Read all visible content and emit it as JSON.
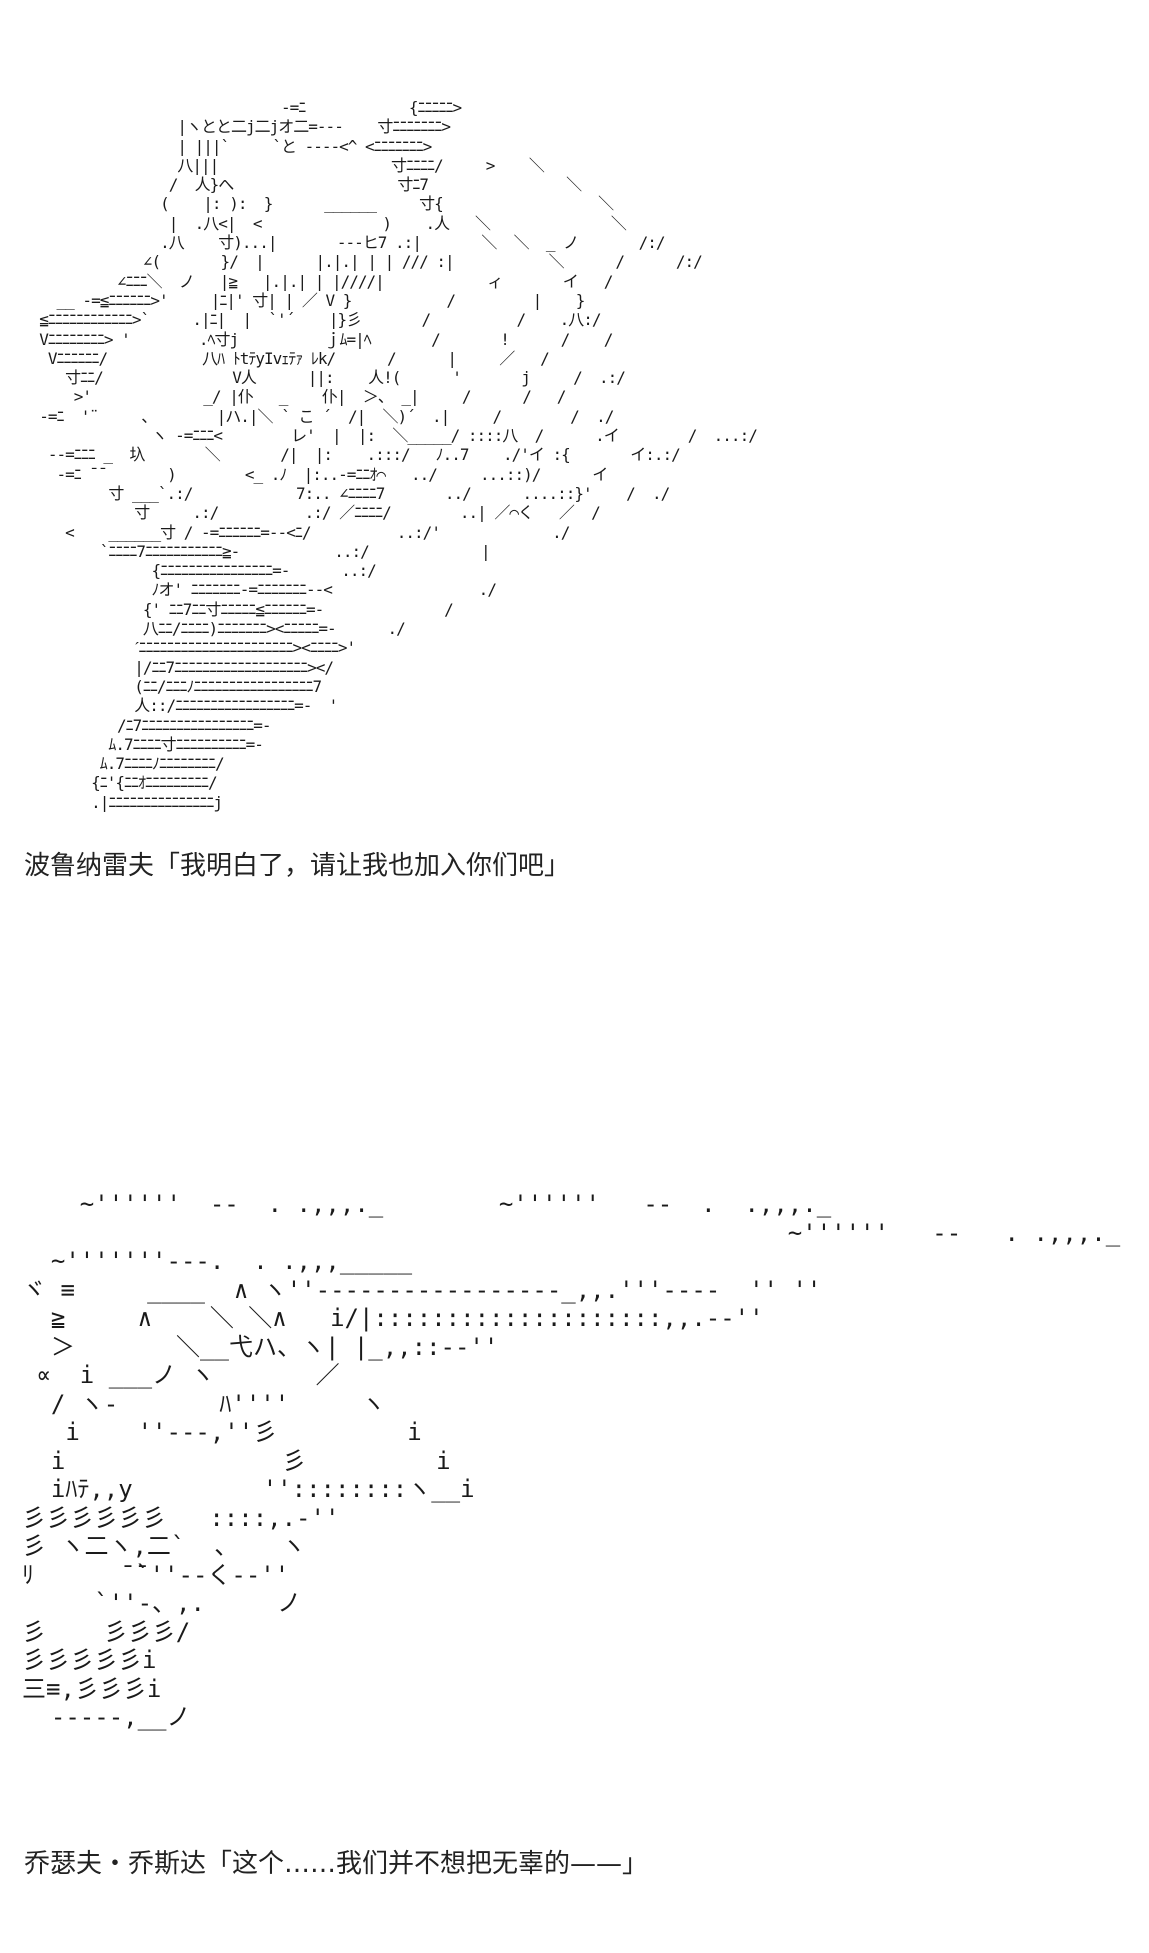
{
  "art_one": {
    "lines": [
      "                              -=ﾆ            {ﾆﾆﾆﾆﾆ>",
      "                  |ヽとと二j二jオ二=---    寸ﾆﾆﾆﾆﾆﾆﾆ>",
      "                  | |||`     `と ----<^ <ﾆﾆﾆﾆﾆﾆﾆ>",
      "                  八|||                    寸ﾆﾆﾆﾆ/     >    ＼",
      "                 /  人}へ                   寸ﾆ7                ＼",
      "                (    |: ):  }      ______     寸{                  ＼",
      "                 |  .八<|  <              )    .人   ＼              ＼",
      "                .八    寸)...|       ---ヒ7 .:|       ＼  ＼  _ ノ       /:/",
      "              ∠(       }/  |      |.|.| | | /// :|           ＼      /      /:/",
      "           ∠ﾆﾆﾆ＼  ノ   |≧   |.|.| | |////|            ィ       イ   /",
      "    __ -=≦ﾆﾆﾆﾆﾆﾆ>'     |ﾆ|' 寸| | ／ V }           /         |    }",
      "  ≦ﾆﾆﾆﾆﾆﾆﾆﾆﾆﾆﾆﾆ>`     .|ﾆ|  |  `'´    |}彡       /          /    .八:/",
      "  Vﾆﾆﾆﾆﾆﾆﾆﾆ> '        .ﾍ寸j          ｊﾑ=|ﾍ       /       !      /    /",
      "   Vﾆﾆﾆﾆﾆﾆ/           八ﾊ ﾄtﾃyIvｪﾃｧ ﾚk/      /      |     ／   /",
      "     寸ﾆﾆ/               V人      ||:    人!(      '       j     /  .:/",
      "      >'             _/ |仆   _    仆|  ＞、 _|     /      /   /",
      "  -=ﾆ  '¨     、       |ハ.|＼ ` こ ´  /|  ＼)´  .|     /        /  ./",
      "               ヽ -=ﾆﾆﾆ<        レ'  |  |:  ＼_____/ ::::八  /      .イ        /  ...:/",
      "   --=ﾆﾆﾆ _  圦       ＼       /|  |:    .:::/   ﾉ..7    ./'イ :{       イ:.:/",
      "    -=ﾆ ˉˉ       )        <_ .ﾉ  |:..-=ﾆﾆｵ⌒   ../     ...::)/      イ",
      "          寸 ___`.:/            7:.. ∠ﾆﾆﾆﾆ7       ../      ....::}'    /  ./",
      "             寸     .:/          .:/ ／ﾆﾆﾆﾆ/        ..| ／⌒く   ／  /",
      "     <    ______寸 / -=ﾆﾆﾆﾆﾆﾆ=--<ﾆ/          ..:/'             ./",
      "         `ﾆﾆﾆﾆ7ﾆﾆﾆﾆﾆﾆﾆﾆﾆﾆﾆ≧-           ..:/             |",
      "               {ﾆﾆﾆﾆﾆﾆﾆﾆﾆﾆﾆﾆﾆﾆﾆﾆ=-      ..:/",
      "               ﾉオ' ﾆﾆﾆﾆﾆﾆﾆ-=ﾆﾆﾆﾆﾆﾆﾆ--<                 ./",
      "              {' ﾆﾆ7ﾆﾆ寸ﾆﾆﾆﾆﾆ≦ﾆﾆﾆﾆﾆﾆ=-              /",
      "              八ﾆﾆ/ﾆﾆﾆﾆ)ﾆﾆﾆﾆﾆﾆﾆ><ﾆﾆﾆﾆﾆ=-      ./",
      "             ˊﾆﾆﾆﾆﾆﾆﾆﾆﾆﾆﾆﾆﾆﾆﾆﾆﾆﾆﾆﾆﾆﾆ><ﾆﾆﾆﾆ>'",
      "             |/ﾆﾆ7ﾆﾆﾆﾆﾆﾆﾆﾆﾆﾆﾆﾆﾆﾆﾆﾆﾆﾆﾆ></",
      "             (ﾆﾆ/ﾆﾆﾆﾉﾆﾆﾆﾆﾆﾆﾆﾆﾆﾆﾆﾆﾆﾆﾆﾆﾆ7",
      "             人::/ﾆﾆﾆﾆﾆﾆﾆﾆﾆﾆﾆﾆﾆﾆﾆﾆﾆ=-  '",
      "           /ﾆ7ﾆﾆﾆﾆﾆﾆﾆﾆﾆﾆﾆﾆﾆﾆﾆﾆ=-",
      "          ﾑ.7ﾆﾆﾆﾆ寸ﾆﾆﾆﾆﾆﾆﾆﾆﾆﾆ=-",
      "         ﾑ.7ﾆﾆﾆﾆﾉﾆﾆﾆﾆﾆﾆﾆﾆ/",
      "        {ﾆ'{ﾆﾆｵﾆﾆﾆﾆﾆﾆﾆﾆﾆ/",
      "        .|ﾆﾆﾆﾆﾆﾆﾆﾆﾆﾆﾆﾆﾆﾆﾆj"
    ]
  },
  "caption_one": "波鲁纳雷夫「我明白了，请让我也加入你们吧」",
  "art_two": {
    "lines": [
      "    ~''''''  --  . .,,,._        ~''''''   --  .  .,,,._",
      "                                                     ~''''''   --   . .,,,._",
      "  ~'''''''---.  . .,,,_____",
      "ヾ ≡     ____  ∧ ヽ''-----------------_,,.'''----  '' ''",
      "  ≧     ∧    ＼ ＼∧   i/|::::::::::::::::::::,,.--''",
      "  ＞       ＼__弋ハ、ヽ| |_,,::--''",
      " ∝  i ___ノ ヽ       ／",
      "  / ヽ-       ﾊ''''     ヽ",
      "   i    ''---,''彡         i",
      "  i               彡         i",
      "  iﾊﾃ,,y         ''::::::::ヽ__i",
      "彡彡彡彡彡彡   ::::,.-''",
      "彡 ヽ二ヽ,二`  、   ヽ",
      "ﾘ      ̄ ̄`''--く--''",
      "     `''-、,.     ノ",
      "彡    彡彡彡/",
      "彡彡彡彡彡i",
      "三≡,彡彡彡i",
      "  -----,__ノ"
    ]
  },
  "caption_two": "乔瑟夫・乔斯达「这个……我们并不想把无辜的——」"
}
